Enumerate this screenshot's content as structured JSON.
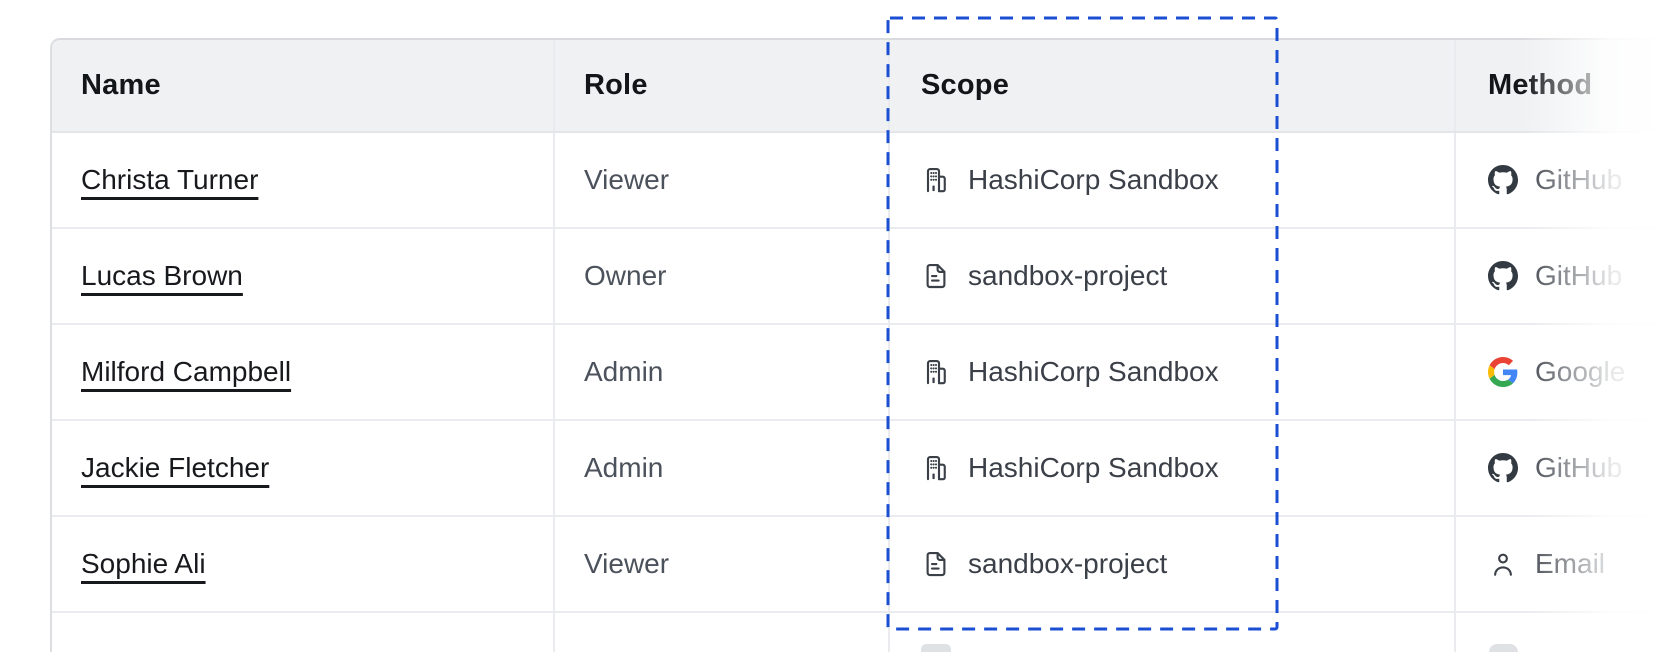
{
  "table": {
    "columns": [
      {
        "label": "Name"
      },
      {
        "label": "Role"
      },
      {
        "label": "Scope"
      },
      {
        "label": "Method"
      }
    ],
    "rows": [
      {
        "name": "Christa Turner",
        "role": "Viewer",
        "scope": {
          "icon": "building-org-icon",
          "label": "HashiCorp Sandbox"
        },
        "method": {
          "icon": "github-icon",
          "label": "GitHub"
        }
      },
      {
        "name": "Lucas Brown",
        "role": "Owner",
        "scope": {
          "icon": "file-project-icon",
          "label": "sandbox-project"
        },
        "method": {
          "icon": "github-icon",
          "label": "GitHub"
        }
      },
      {
        "name": "Milford Campbell",
        "role": "Admin",
        "scope": {
          "icon": "building-org-icon",
          "label": "HashiCorp Sandbox"
        },
        "method": {
          "icon": "google-icon",
          "label": "Google"
        }
      },
      {
        "name": "Jackie Fletcher",
        "role": "Admin",
        "scope": {
          "icon": "building-org-icon",
          "label": "HashiCorp Sandbox"
        },
        "method": {
          "icon": "github-icon",
          "label": "GitHub"
        }
      },
      {
        "name": "Sophie Ali",
        "role": "Viewer",
        "scope": {
          "icon": "file-project-icon",
          "label": "sandbox-project"
        },
        "method": {
          "icon": "person-icon",
          "label": "Email"
        }
      }
    ]
  },
  "highlight": {
    "target": "scope-column",
    "style": "dashed-rectangle",
    "border_color": "#1b4fd3"
  },
  "colors": {
    "header_bg": "#f0f1f3",
    "outer_border": "#d8dadd",
    "row_border": "#e9ebee",
    "header_text": "#131619",
    "name_text": "#17191d",
    "role_text": "#4c525b",
    "cell_text": "#3b4048",
    "accent_blue": "#1b4fd3"
  }
}
